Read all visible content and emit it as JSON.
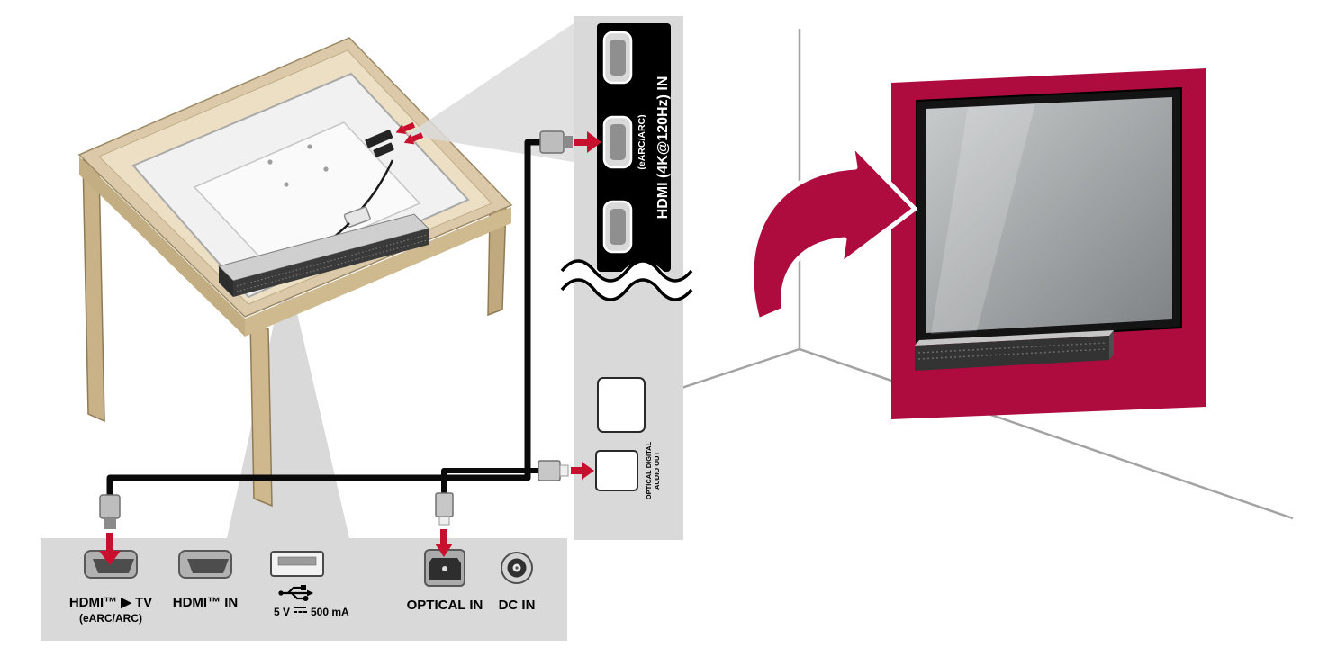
{
  "diagram": {
    "title": "Soundbar to TV connection diagram",
    "tv_rear_panel": {
      "hdmi_strip_label": "HDMI (4K@120Hz) IN",
      "earc_port_label": "(eARC/ARC)",
      "optical_out_line1": "OPTICAL DIGITAL",
      "optical_out_line2": "AUDIO OUT"
    },
    "soundbar_panel": {
      "hdmi_tv_label": "HDMI™ ▶ TV",
      "hdmi_tv_sublabel": "(eARC/ARC)",
      "hdmi_in_label": "HDMI™ IN",
      "usb_voltage": "5 V",
      "usb_current": "500 mA",
      "optical_in_label": "OPTICAL IN",
      "dc_in_label": "DC IN"
    },
    "icons": [
      "usb-icon",
      "dc-symbol-icon",
      "insert-arrow-icon",
      "placement-arrow-icon"
    ],
    "colors": {
      "accent_magenta": "#ae0c3f",
      "insert_arrow_red": "#c8102e",
      "panel_gray": "#d9d9d9",
      "cable_black": "#0a0a0a",
      "wood_tan": "#dcc9a9"
    }
  }
}
